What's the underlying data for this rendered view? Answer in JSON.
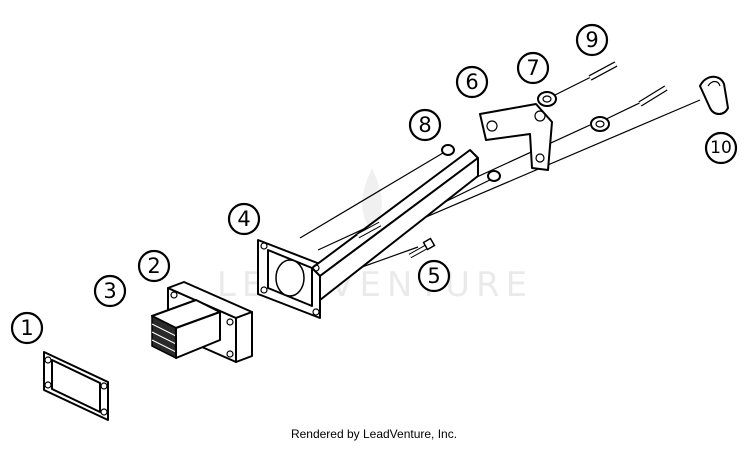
{
  "callouts": [
    {
      "label": "1"
    },
    {
      "label": "2"
    },
    {
      "label": "3"
    },
    {
      "label": "4"
    },
    {
      "label": "5"
    },
    {
      "label": "6"
    },
    {
      "label": "7"
    },
    {
      "label": "8"
    },
    {
      "label": "9"
    },
    {
      "label": "10"
    }
  ],
  "watermark": "LEADVENTURE",
  "footer": "Rendered by LeadVenture, Inc.",
  "colors": {
    "ink": "#000000",
    "background": "#ffffff"
  }
}
